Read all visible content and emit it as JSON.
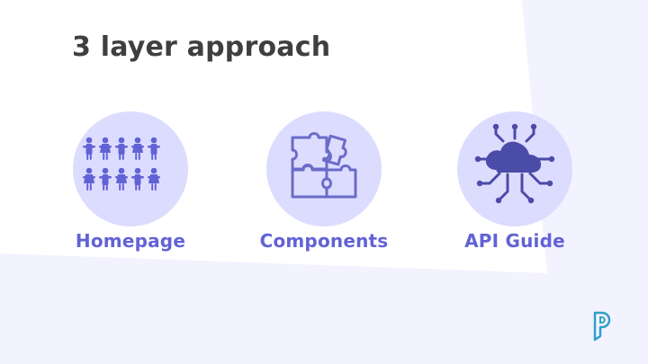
{
  "slide": {
    "title": "3 layer approach",
    "items": [
      {
        "label": "Homepage",
        "icon": "people-icon"
      },
      {
        "label": "Components",
        "icon": "puzzle-icon"
      },
      {
        "label": "API Guide",
        "icon": "cloud-network-icon"
      }
    ],
    "colors": {
      "title": "#3f3f3f",
      "accent": "#6262d6",
      "circle": "#dcdcff",
      "background_shape": "#f3f2ff",
      "logo": "#2fa0c8"
    }
  }
}
